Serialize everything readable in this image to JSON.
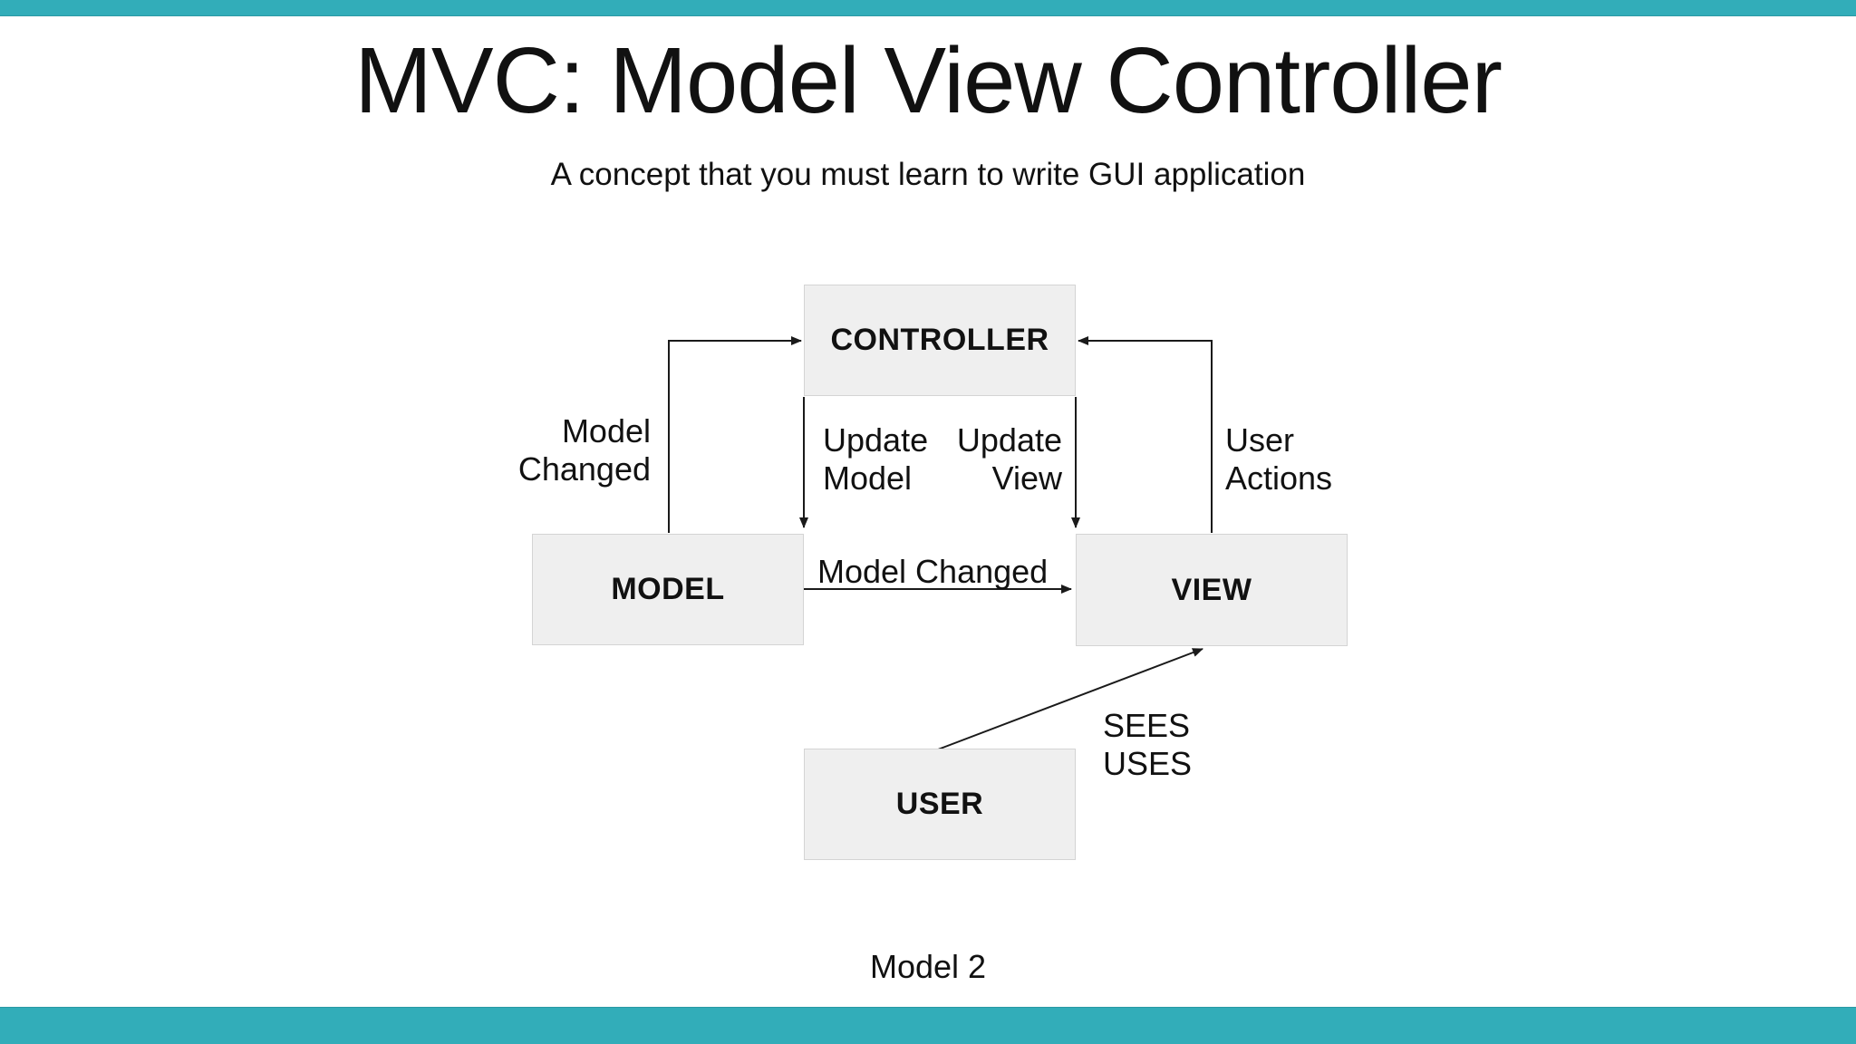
{
  "slide": {
    "title": "MVC: Model View Controller",
    "subtitle": "A concept that you must learn to write GUI application",
    "caption": "Model 2"
  },
  "colors": {
    "accent_teal": "#32adb9",
    "node_fill": "#efefef",
    "node_border": "#d4d4d4",
    "line_color": "#1a1a1a",
    "text_color": "#111111"
  },
  "diagram": {
    "nodes": {
      "controller": "CONTROLLER",
      "model": "MODEL",
      "view": "VIEW",
      "user": "USER"
    },
    "edge_labels": {
      "model_changed_up": {
        "line1": "Model",
        "line2": "Changed"
      },
      "update_model": {
        "line1": "Update",
        "line2": "Model"
      },
      "update_view": {
        "line1": "Update",
        "line2": "View"
      },
      "user_actions": {
        "line1": "User",
        "line2": "Actions"
      },
      "model_changed_across": "Model Changed",
      "sees_uses": {
        "line1": "SEES",
        "line2": "USES"
      }
    }
  }
}
